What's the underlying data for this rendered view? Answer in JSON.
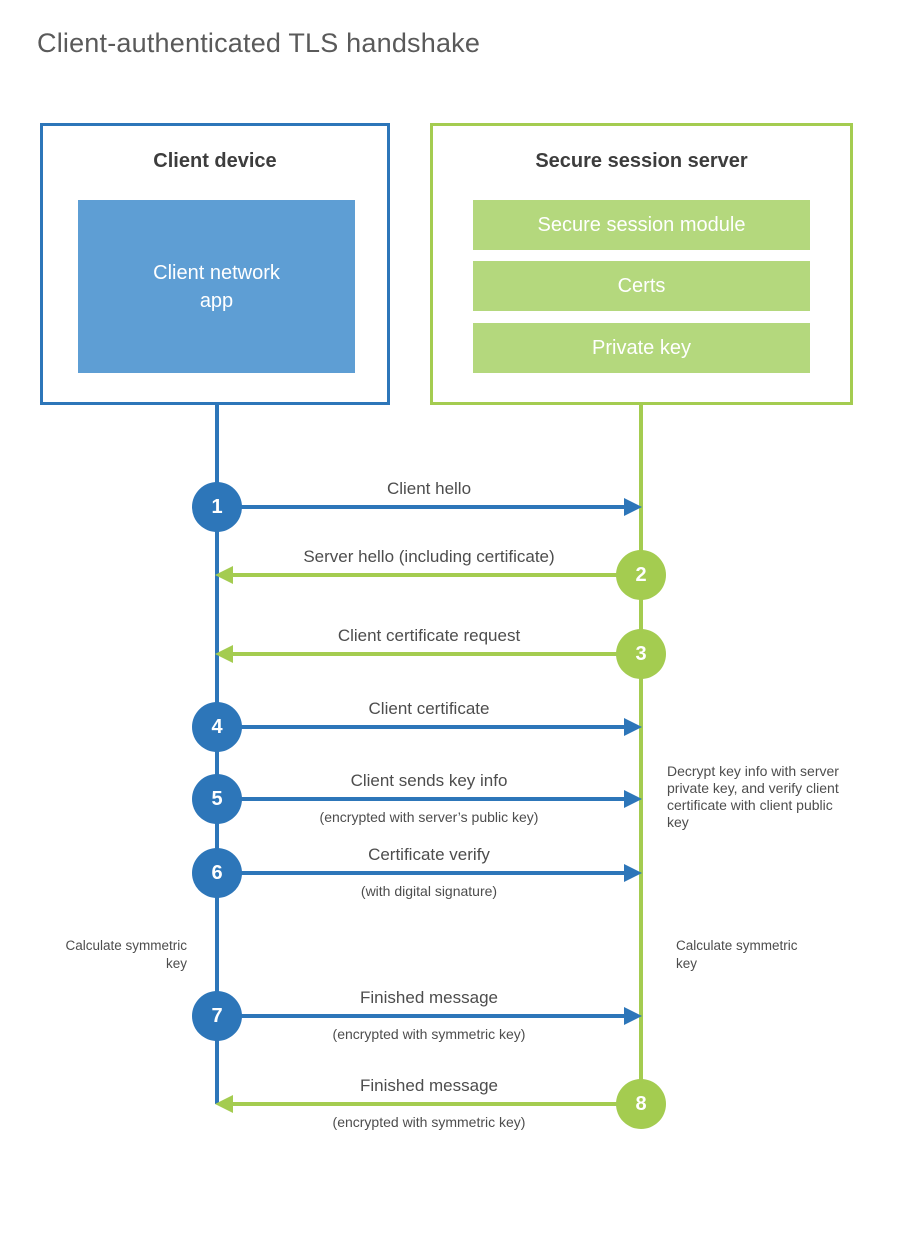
{
  "title": "Client-authenticated TLS handshake",
  "colors": {
    "blue_accent": "#2d76b9",
    "blue_fill": "#5e9ed4",
    "green_accent": "#a4cc50",
    "green_fill": "#b4d87d"
  },
  "client": {
    "heading": "Client device",
    "app_label": "Client network app"
  },
  "server": {
    "heading": "Secure session server",
    "modules": [
      "Secure session module",
      "Certs",
      "Private key"
    ]
  },
  "messages": [
    {
      "num": "1",
      "label": "Client hello",
      "sub": "",
      "direction": "client-to-server",
      "color": "blue"
    },
    {
      "num": "2",
      "label": "Server hello (including certificate)",
      "sub": "",
      "direction": "server-to-client",
      "color": "green"
    },
    {
      "num": "3",
      "label": "Client certificate request",
      "sub": "",
      "direction": "server-to-client",
      "color": "green"
    },
    {
      "num": "4",
      "label": "Client certificate",
      "sub": "",
      "direction": "client-to-server",
      "color": "blue"
    },
    {
      "num": "5",
      "label": "Client sends key info",
      "sub": "(encrypted with server’s public key)",
      "direction": "client-to-server",
      "color": "blue"
    },
    {
      "num": "6",
      "label": "Certificate verify",
      "sub": "(with digital signature)",
      "direction": "client-to-server",
      "color": "blue"
    },
    {
      "num": "7",
      "label": "Finished message",
      "sub": "(encrypted with symmetric key)",
      "direction": "client-to-server",
      "color": "blue"
    },
    {
      "num": "8",
      "label": "Finished message",
      "sub": "(encrypted with symmetric key)",
      "direction": "server-to-client",
      "color": "green"
    }
  ],
  "annotations": {
    "decrypt_note": "Decrypt key info with server private key, and verify client certificate with client public key",
    "calc_left": "Calculate symmetric key",
    "calc_right": "Calculate symmetric key"
  }
}
